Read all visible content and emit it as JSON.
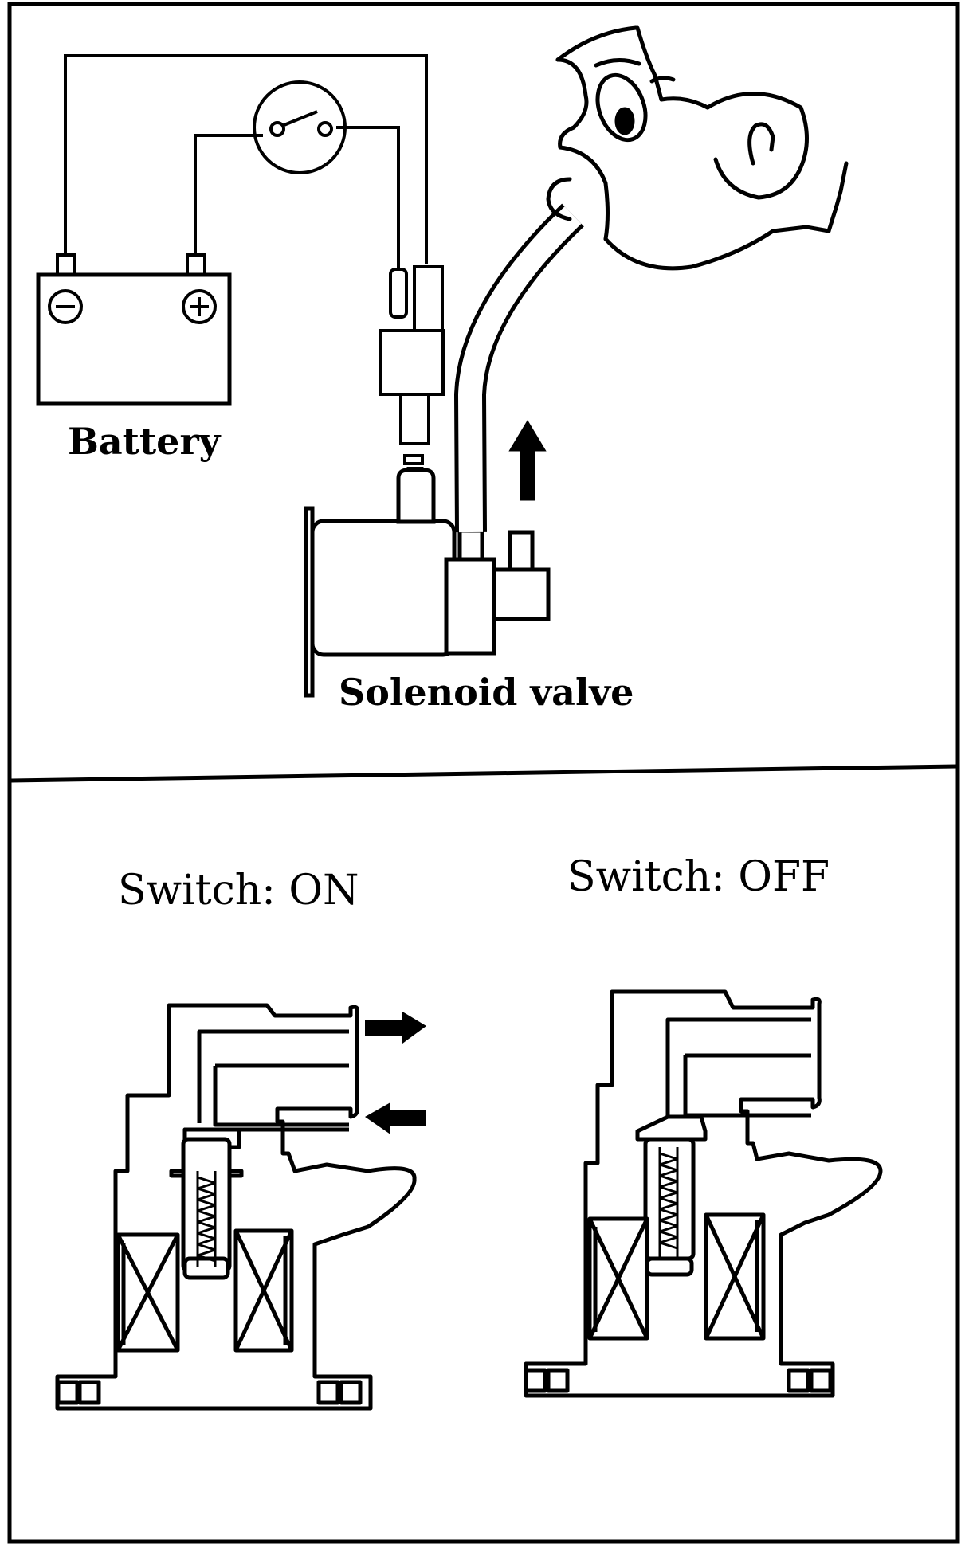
{
  "labels": {
    "battery": "Battery",
    "solenoid_valve": "Solenoid valve",
    "switch_on": "Switch:  ON",
    "switch_off": "Switch:  OFF"
  },
  "colors": {
    "ink": "#000000",
    "paper": "#ffffff"
  },
  "icons": {
    "battery_negative": "minus-terminal-icon",
    "battery_positive": "plus-terminal-icon",
    "switch": "switch-icon",
    "airflow": "arrow-icon"
  }
}
